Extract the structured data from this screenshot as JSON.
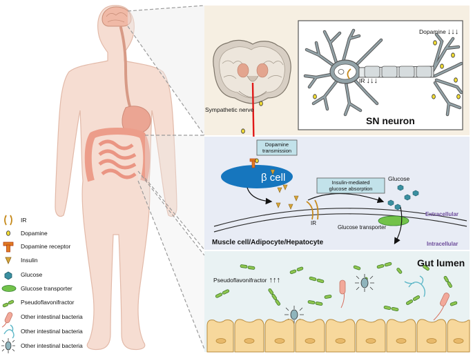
{
  "brain_panel": {
    "sympathetic_nerve": "Sympathetic nerve"
  },
  "neuron_panel": {
    "title": "SN neuron",
    "dopamine": "Dopamine",
    "dopamine_arrows": "↓↓↓",
    "ir": "IR",
    "ir_arrows": "↓↓↓"
  },
  "cell_panel": {
    "dopamine_transmission_1": "Dopamine",
    "dopamine_transmission_2": "transmission",
    "beta_cell": "β cell",
    "insulin_absorption_1": "Insulin-mediated",
    "insulin_absorption_2": "glucose absorption",
    "glucose": "Glucose",
    "extracellular": "Extracellular",
    "intracellular": "Intracellular",
    "ir": "IR",
    "glucose_transporter": "Glucose transporter",
    "title": "Muscle cell/Adipocyte/Hepatocyte"
  },
  "gut_panel": {
    "title": "Gut lumen",
    "pseudoflavonifractor": "Pseudoflavonifractor",
    "pseudo_arrows": "↑↑↑"
  },
  "legend": {
    "items": [
      {
        "label": "IR"
      },
      {
        "label": "Dopamine"
      },
      {
        "label": "Dopamine receptor"
      },
      {
        "label": "Insulin"
      },
      {
        "label": "Glucose"
      },
      {
        "label": "Glucose transporter"
      },
      {
        "label": "Pseudoflavonifractor"
      },
      {
        "label": "Other intestinal bacteria"
      },
      {
        "label": "Other intestinal bacteria"
      },
      {
        "label": "Other intestinal bacteria"
      }
    ]
  },
  "colors": {
    "body": "#f6ddd2",
    "body_outline": "#e2b9a8",
    "brain_bg": "#f6efe2",
    "cell_bg": "#e8ecf5",
    "gut_bg": "#e9f2f3",
    "beta_cell": "#1676be",
    "nerve": "#e01818",
    "ir": "#c68a1c",
    "dopamine": "#f2dc34",
    "glucose": "#3a8fa0",
    "transporter": "#72c24a",
    "pseudo": "#8fc64f",
    "villi": "#f7d89c",
    "neuron": "#8f9fa4"
  }
}
